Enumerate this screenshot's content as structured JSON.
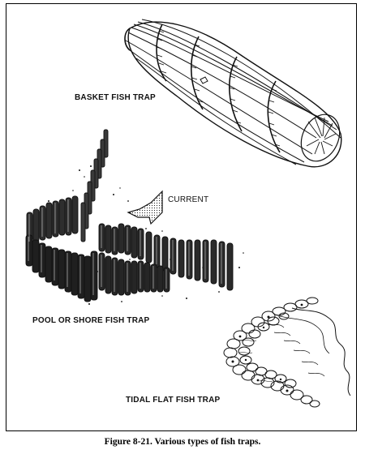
{
  "labels": {
    "basket": "BASKET FISH TRAP",
    "current": "CURRENT",
    "pool": "POOL OR SHORE FISH TRAP",
    "tidal": "TIDAL FLAT FISH TRAP"
  },
  "caption": "Figure 8-21. Various types of fish traps.",
  "colors": {
    "ink": "#111111",
    "background": "#ffffff"
  }
}
